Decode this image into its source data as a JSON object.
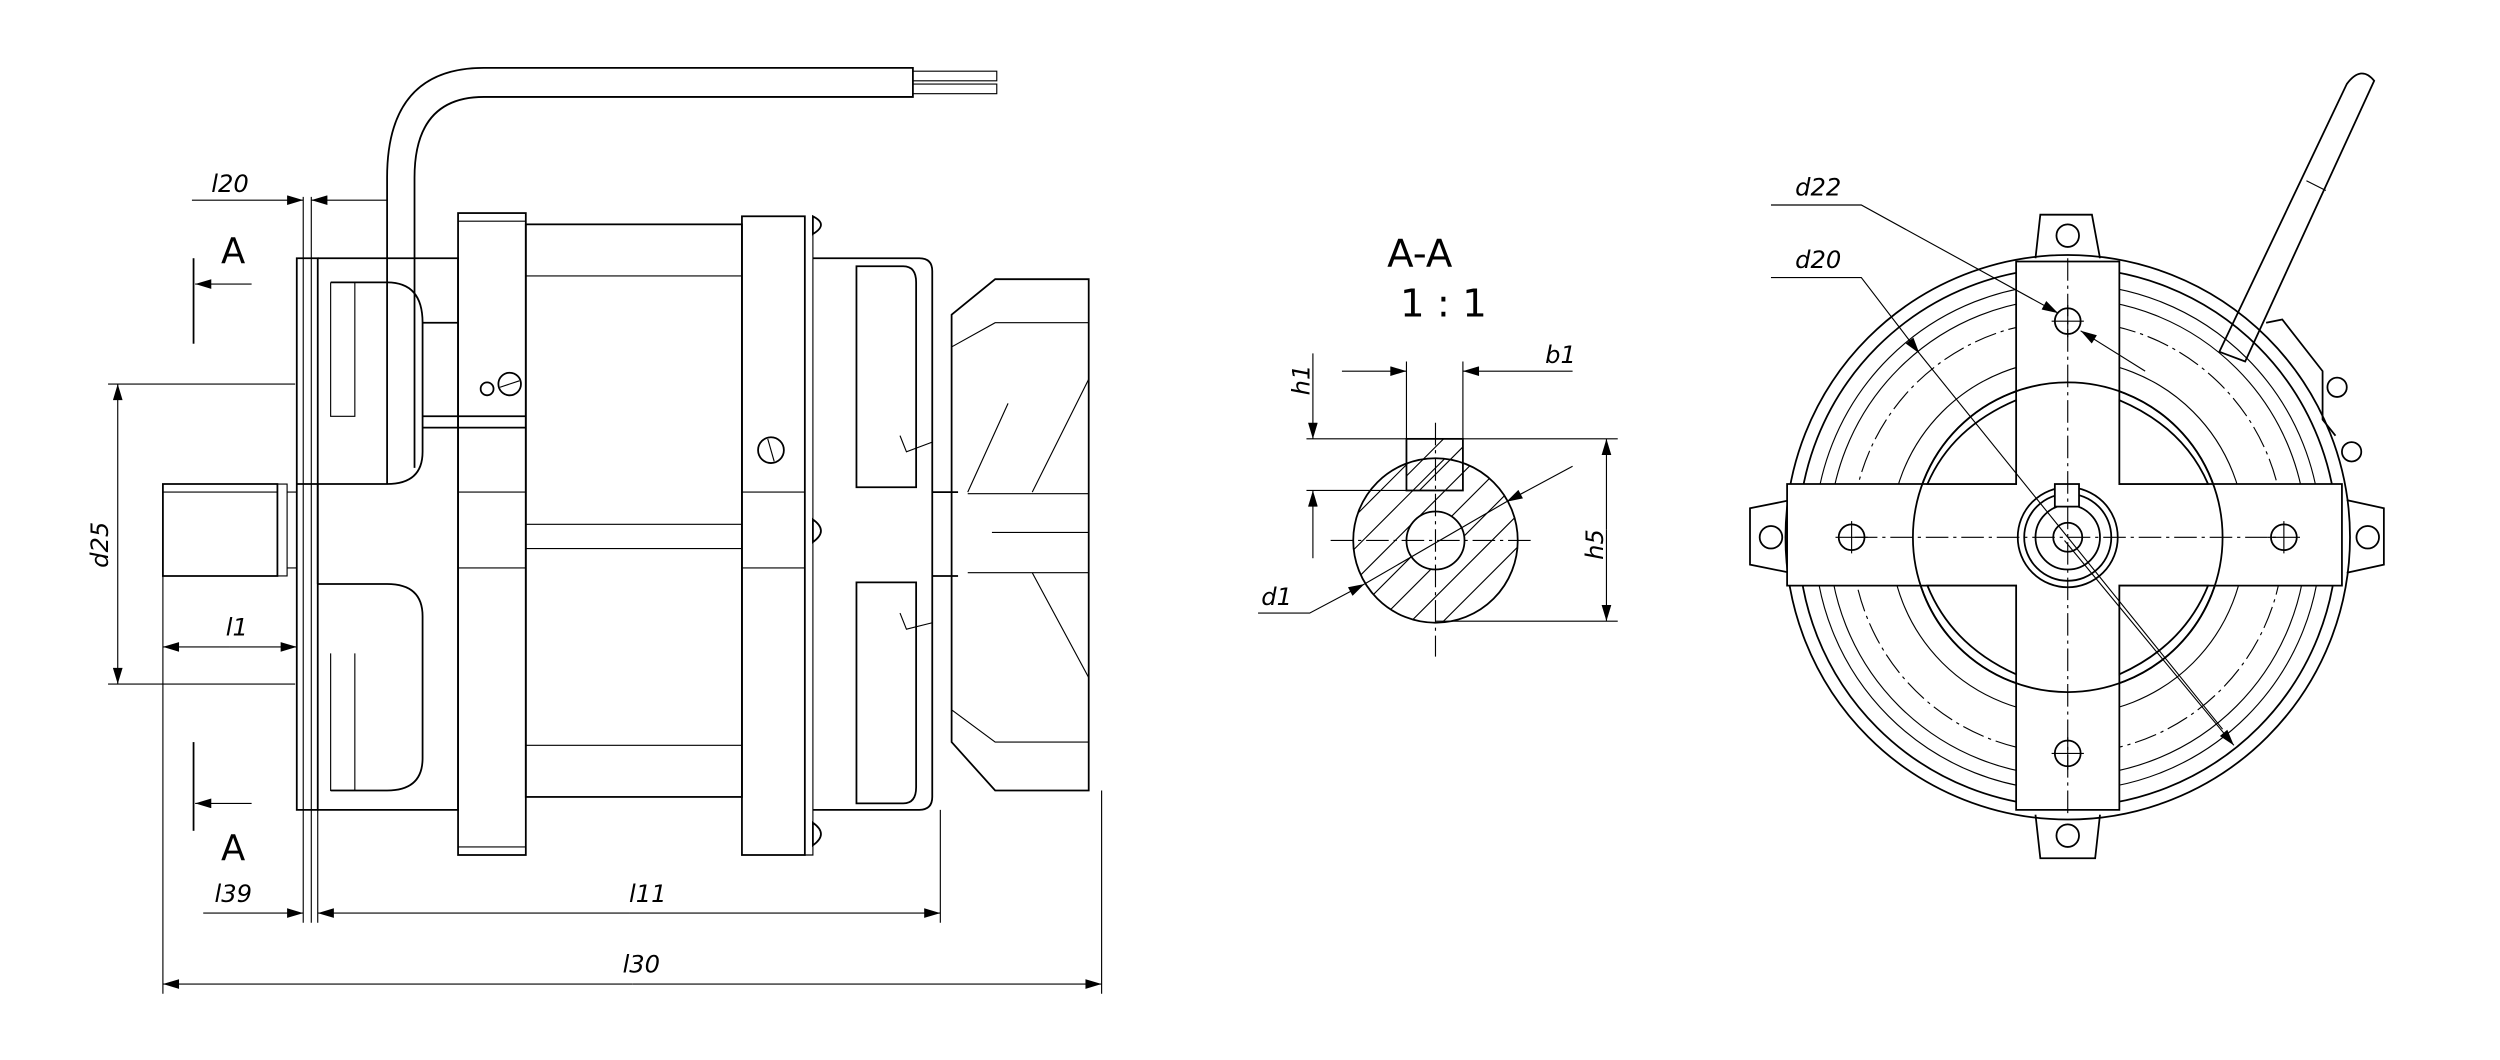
{
  "drawing": {
    "side_view": {
      "dimensions": {
        "l20": "l20",
        "d25": "d25",
        "l1": "l1",
        "l39": "l39",
        "l11": "l11",
        "l30": "l30"
      },
      "section_marks": {
        "top": "A",
        "bottom": "A"
      }
    },
    "section_view": {
      "title": "A-A",
      "scale": "1 : 1",
      "dimensions": {
        "h1": "h1",
        "b1": "b1",
        "d1": "d1",
        "h5": "h5"
      }
    },
    "front_view": {
      "dimensions": {
        "d22": "d22",
        "d20": "d20"
      }
    }
  }
}
